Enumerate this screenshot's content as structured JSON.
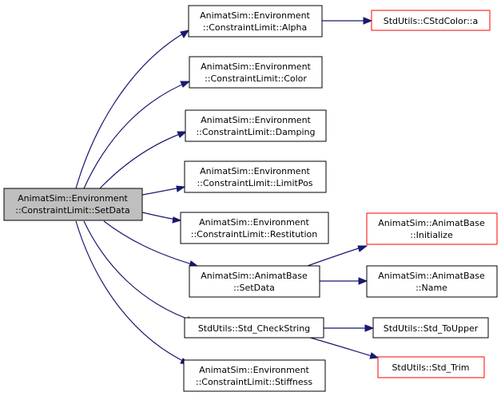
{
  "colors": {
    "edge": "#191970",
    "node_border": "#000000",
    "node_border_external": "#ff0000",
    "root_fill": "#bfbfbf",
    "node_fill": "#ffffff"
  },
  "nodes": {
    "setdata_root": {
      "line1": "AnimatSim::Environment",
      "line2": "::ConstraintLimit::SetData"
    },
    "alpha": {
      "line1": "AnimatSim::Environment",
      "line2": "::ConstraintLimit::Alpha"
    },
    "color": {
      "line1": "AnimatSim::Environment",
      "line2": "::ConstraintLimit::Color"
    },
    "damping": {
      "line1": "AnimatSim::Environment",
      "line2": "::ConstraintLimit::Damping"
    },
    "limitpos": {
      "line1": "AnimatSim::Environment",
      "line2": "::ConstraintLimit::LimitPos"
    },
    "restitution": {
      "line1": "AnimatSim::Environment",
      "line2": "::ConstraintLimit::Restitution"
    },
    "animatbase_setdata": {
      "line1": "AnimatSim::AnimatBase",
      "line2": "::SetData"
    },
    "std_checkstring": {
      "line1": "StdUtils::Std_CheckString"
    },
    "stiffness": {
      "line1": "AnimatSim::Environment",
      "line2": "::ConstraintLimit::Stiffness"
    },
    "cstdcolor_a": {
      "line1": "StdUtils::CStdColor::a"
    },
    "animatbase_initialize": {
      "line1": "AnimatSim::AnimatBase",
      "line2": "::Initialize"
    },
    "animatbase_name": {
      "line1": "AnimatSim::AnimatBase",
      "line2": "::Name"
    },
    "std_toupper": {
      "line1": "StdUtils::Std_ToUpper"
    },
    "std_trim": {
      "line1": "StdUtils::Std_Trim"
    }
  }
}
